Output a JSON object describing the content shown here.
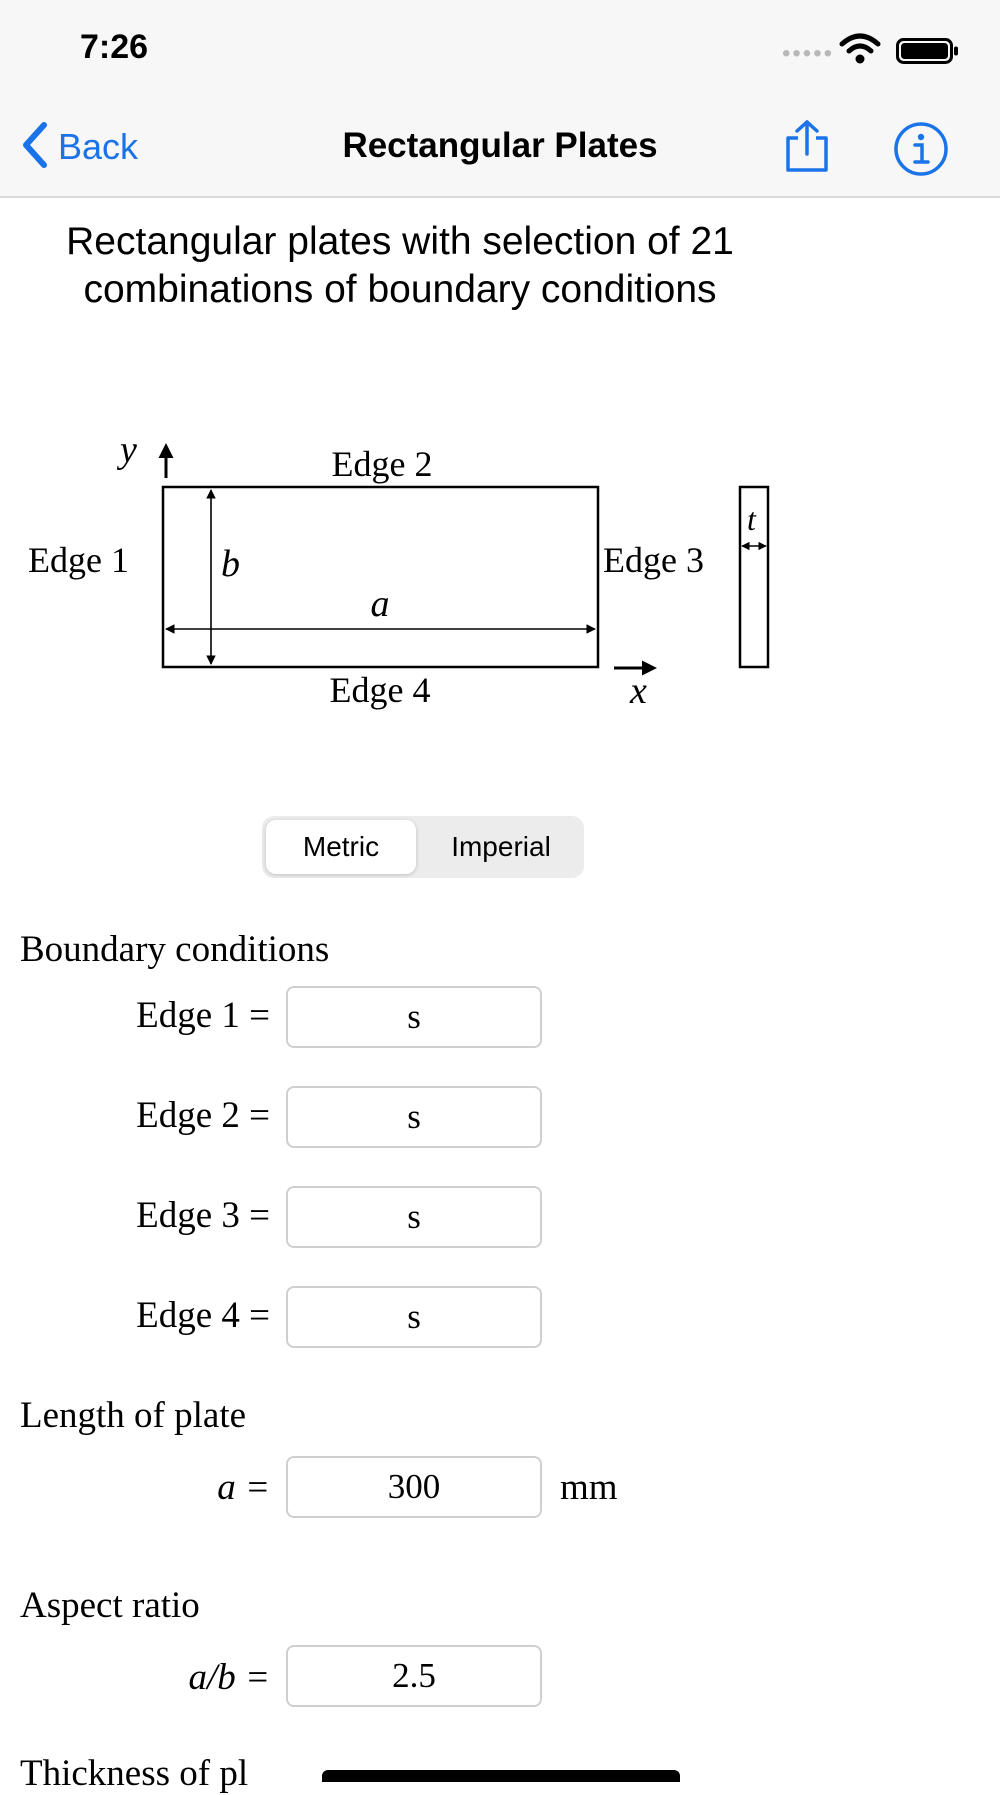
{
  "status_bar": {
    "time": "7:26"
  },
  "nav": {
    "back_label": "Back",
    "title": "Rectangular Plates"
  },
  "intro": {
    "text": "Rectangular plates with selection of 21 combinations of boundary conditions"
  },
  "diagram": {
    "edge1": "Edge 1",
    "edge2": "Edge 2",
    "edge3": "Edge 3",
    "edge4": "Edge 4",
    "axis_x": "x",
    "axis_y": "y",
    "dim_a": "a",
    "dim_b": "b",
    "dim_t": "t"
  },
  "units": {
    "options": [
      "Metric",
      "Imperial"
    ],
    "selected": "Metric"
  },
  "boundary": {
    "label": "Boundary conditions",
    "fields": [
      {
        "label": "Edge 1 =",
        "value": "s"
      },
      {
        "label": "Edge 2 =",
        "value": "s"
      },
      {
        "label": "Edge 3 =",
        "value": "s"
      },
      {
        "label": "Edge 4 =",
        "value": "s"
      }
    ]
  },
  "length": {
    "label": "Length of plate",
    "var": "a =",
    "value": "300",
    "unit": "mm"
  },
  "aspect": {
    "label": "Aspect ratio",
    "var": "a/b =",
    "value": "2.5"
  },
  "thickness": {
    "label_partial": "Thickness of pl"
  },
  "colors": {
    "ios_blue": "#1a73e8",
    "nav_bg": "#f7f7f7"
  },
  "icons": [
    "chevron-left-icon",
    "share-icon",
    "info-icon",
    "wifi-icon",
    "battery-icon"
  ]
}
